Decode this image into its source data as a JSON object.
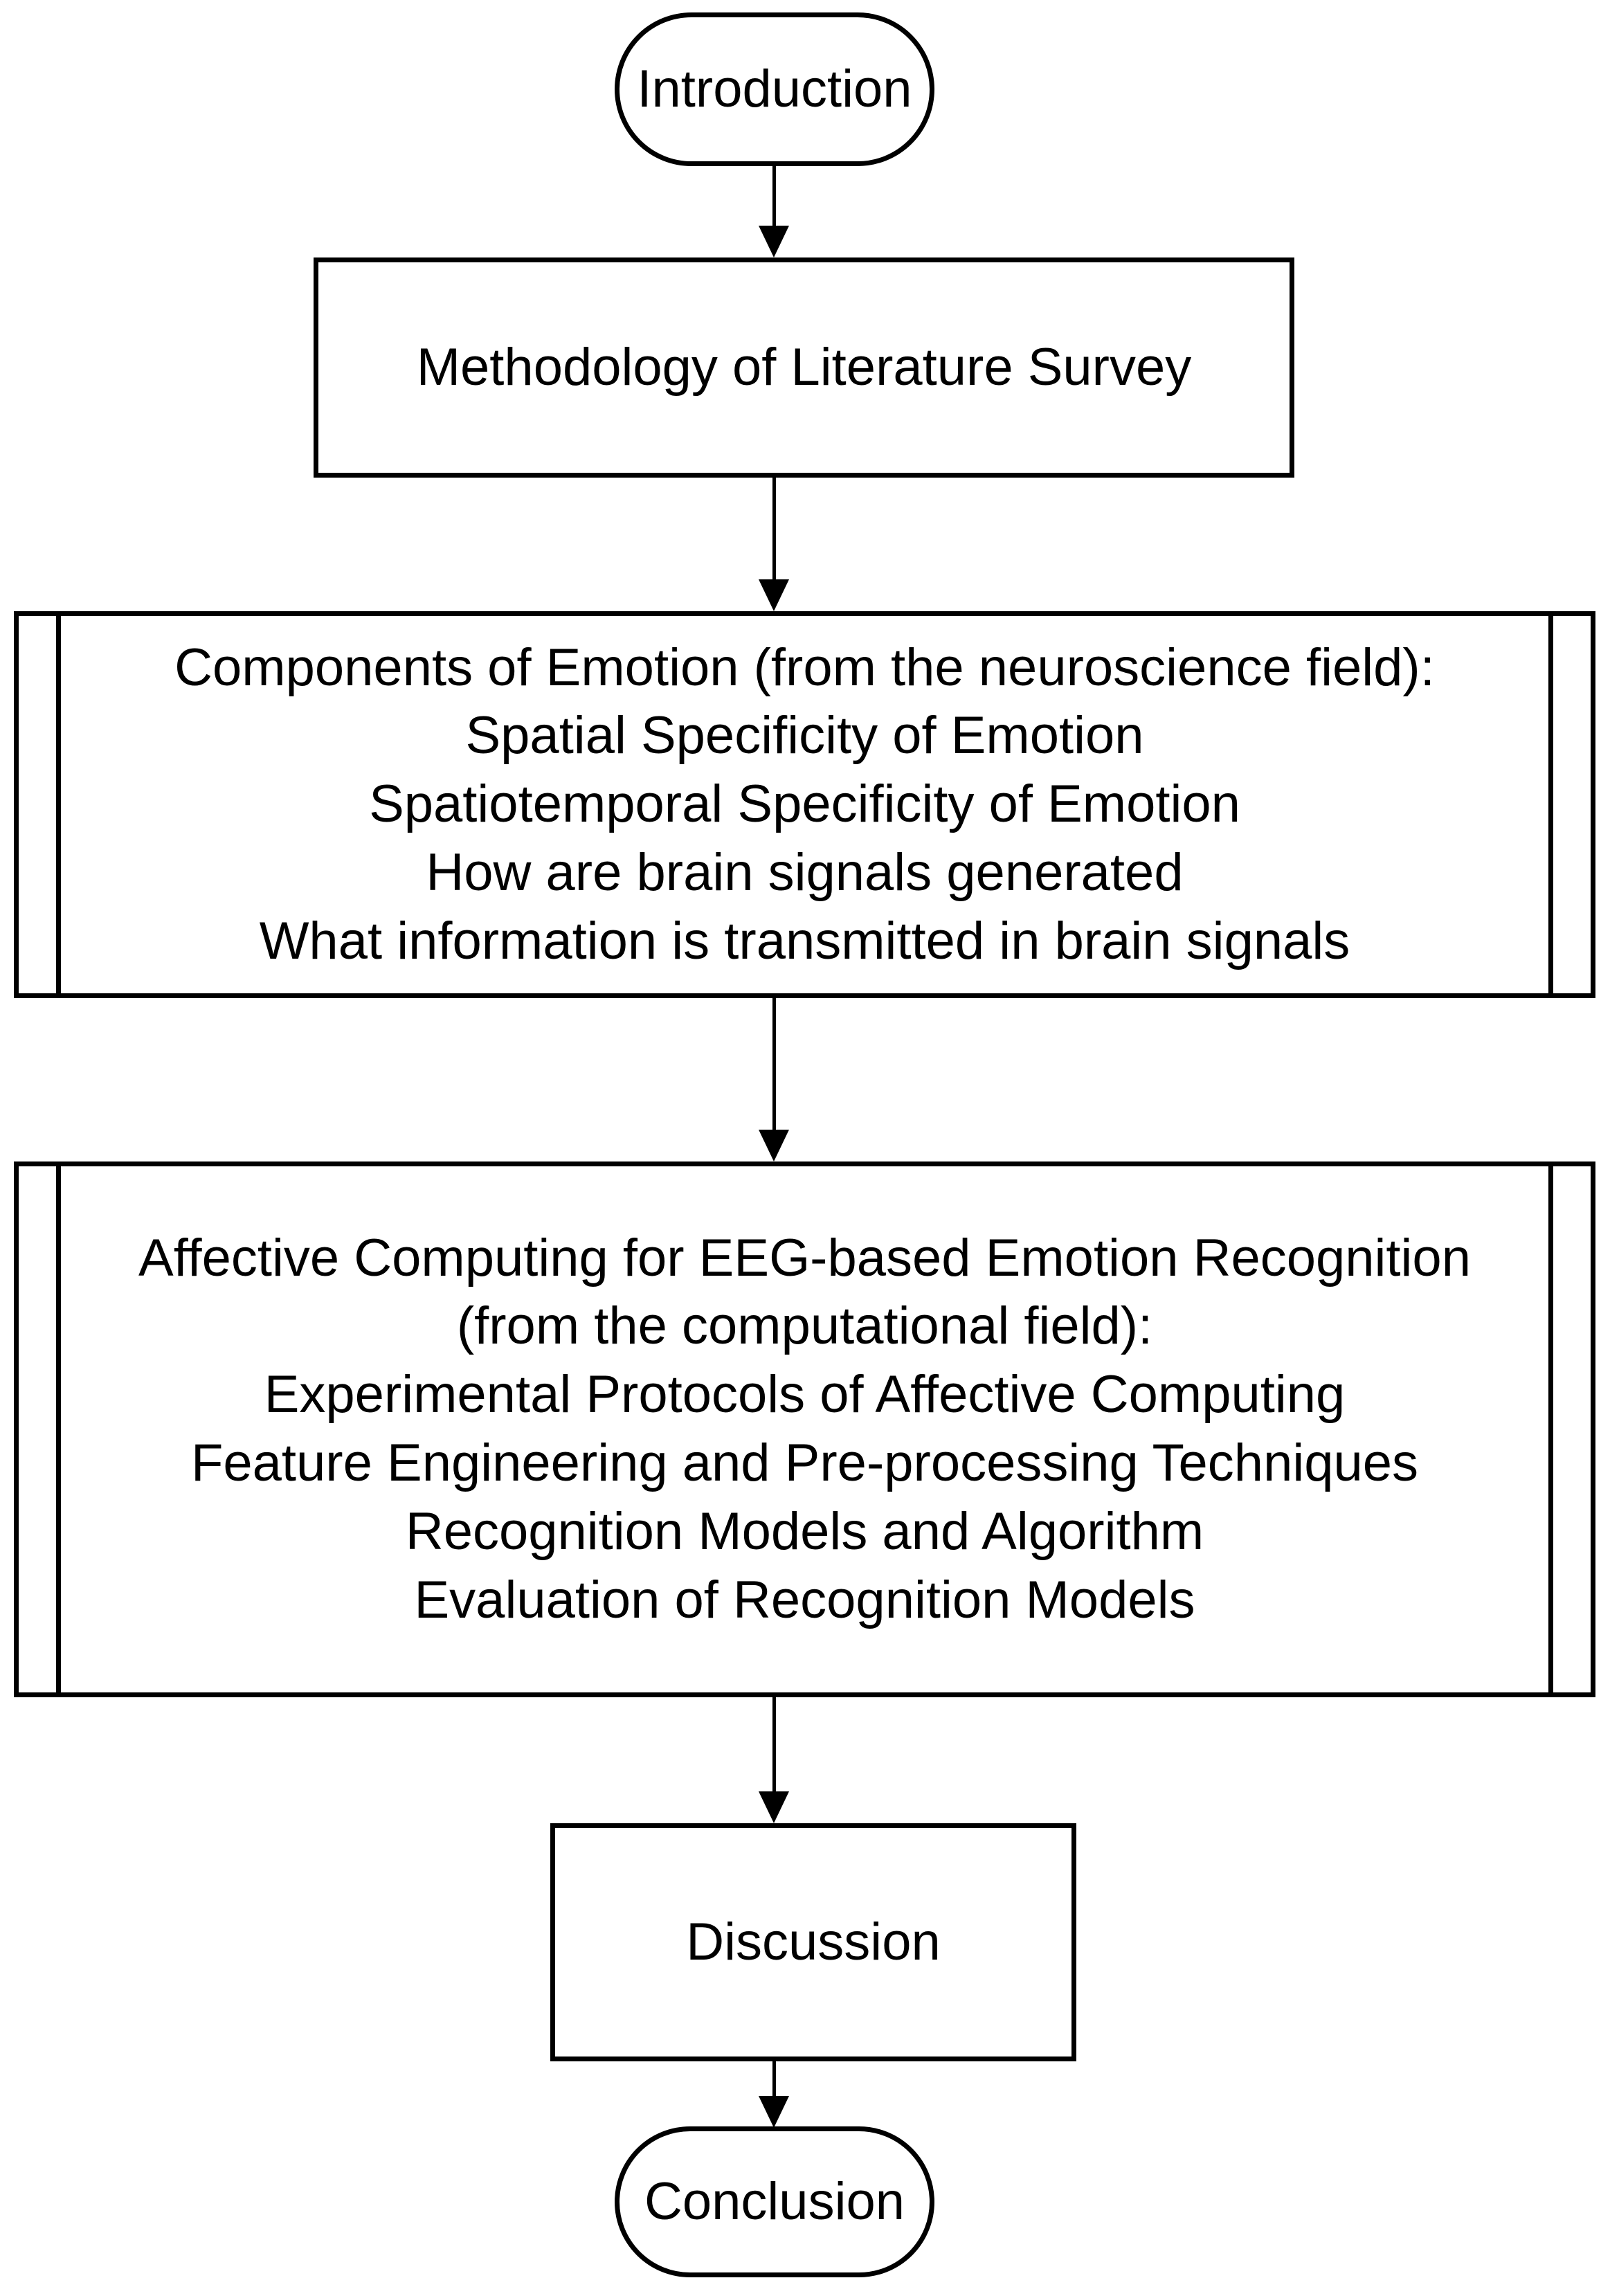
{
  "diagram": {
    "title": "Literature survey structure flowchart",
    "accent_color": "#000000",
    "background_color": "#ffffff",
    "nodes": [
      {
        "id": "introduction",
        "shape": "terminator",
        "text": "Introduction"
      },
      {
        "id": "methodology",
        "shape": "process",
        "text": "Methodology of Literature Survey"
      },
      {
        "id": "components",
        "shape": "predefined-process",
        "text": "Components of Emotion (from the neuroscience field):\nSpatial Specificity of Emotion\nSpatiotemporal Specificity of Emotion\nHow are brain signals generated\nWhat information is transmitted in brain signals"
      },
      {
        "id": "affective",
        "shape": "predefined-process",
        "text": "Affective Computing for EEG-based Emotion Recognition\n(from the computational field):\nExperimental Protocols of Affective Computing\nFeature Engineering and Pre-processing Techniques\nRecognition Models and Algorithm\nEvaluation of Recognition Models"
      },
      {
        "id": "discussion",
        "shape": "process",
        "text": "Discussion"
      },
      {
        "id": "conclusion",
        "shape": "terminator",
        "text": "Conclusion"
      }
    ],
    "edges": [
      {
        "id": "e1",
        "from": "introduction",
        "to": "methodology",
        "arrow": "down"
      },
      {
        "id": "e2",
        "from": "methodology",
        "to": "components",
        "arrow": "down"
      },
      {
        "id": "e3",
        "from": "components",
        "to": "affective",
        "arrow": "down"
      },
      {
        "id": "e4",
        "from": "affective",
        "to": "discussion",
        "arrow": "down"
      },
      {
        "id": "e5",
        "from": "discussion",
        "to": "conclusion",
        "arrow": "down"
      }
    ]
  }
}
